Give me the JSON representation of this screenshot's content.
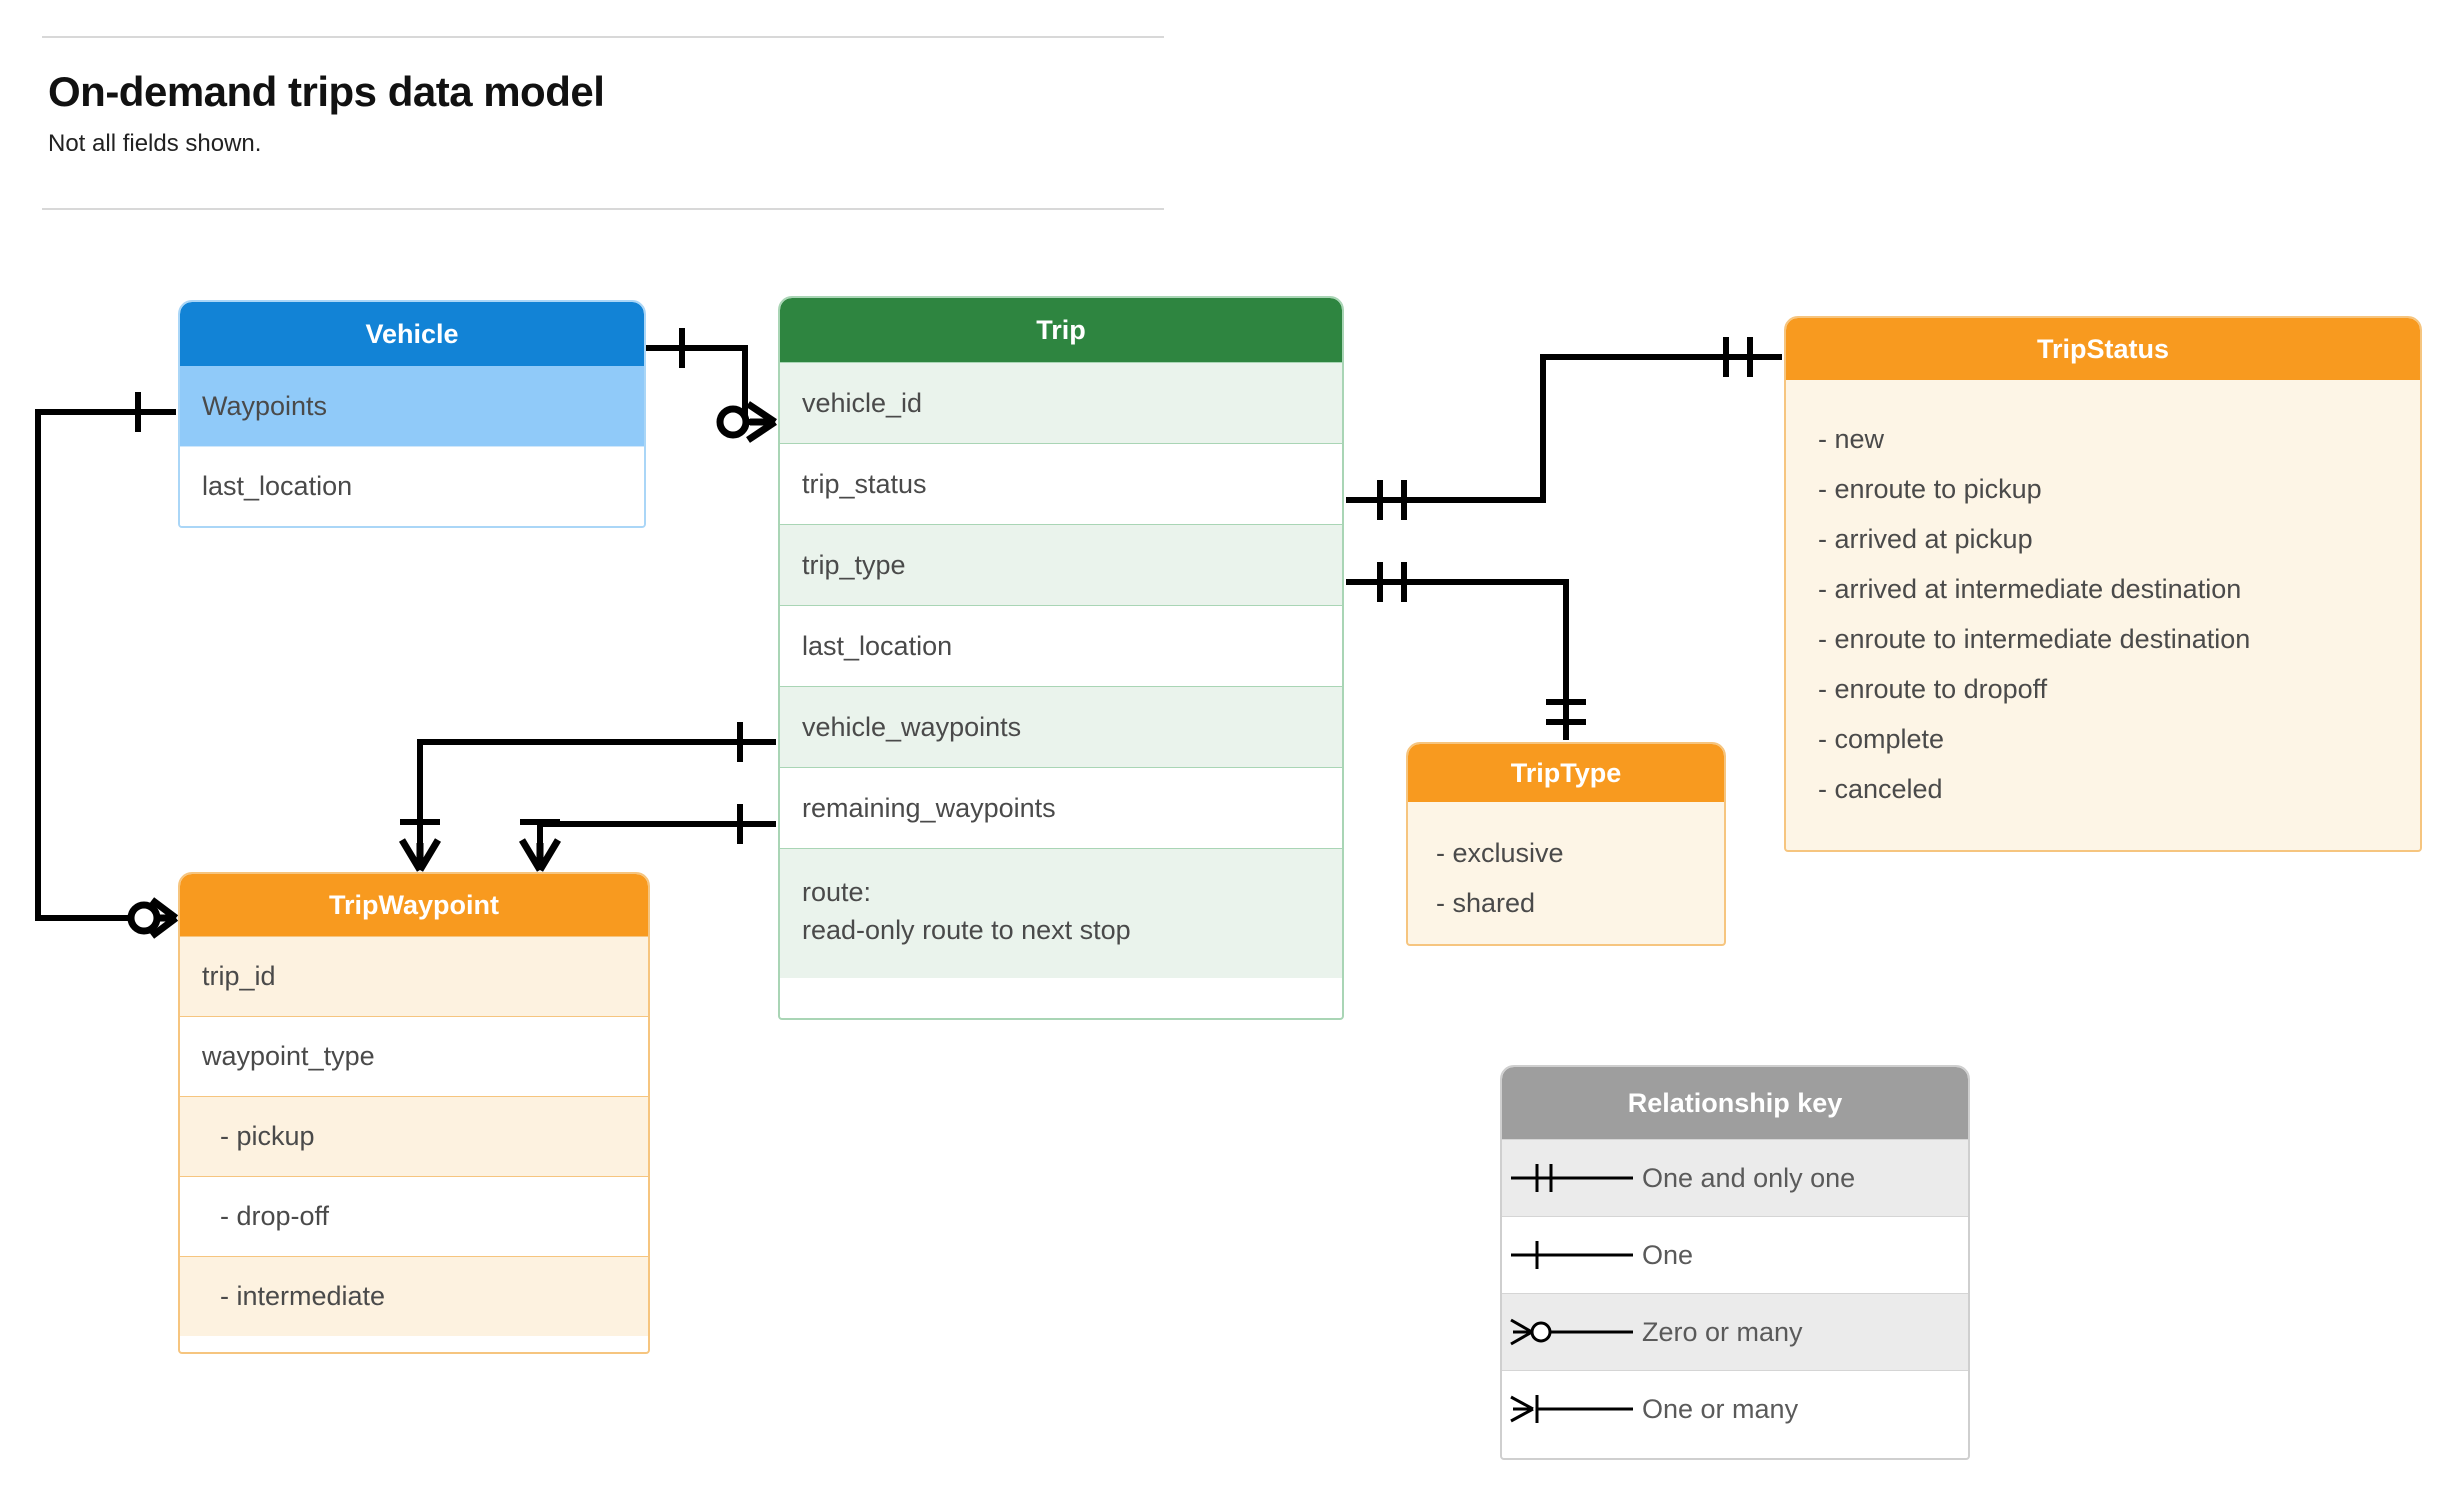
{
  "header": {
    "title": "On-demand trips data model",
    "subtitle": "Not all fields shown."
  },
  "entities": {
    "vehicle": {
      "title": "Vehicle",
      "header_color": "#1283d6",
      "rows": [
        {
          "label": "Waypoints"
        },
        {
          "label": "last_location"
        }
      ]
    },
    "trip": {
      "title": "Trip",
      "header_color": "#2e8540",
      "rows": [
        {
          "label": "vehicle_id"
        },
        {
          "label": "trip_status"
        },
        {
          "label": "trip_type"
        },
        {
          "label": "last_location"
        },
        {
          "label": "vehicle_waypoints"
        },
        {
          "label": "remaining_waypoints"
        }
      ],
      "route_line1": "route:",
      "route_line2": "read-only route to next stop"
    },
    "trip_status": {
      "title": "TripStatus",
      "header_color": "#f89a1f",
      "values": [
        "- new",
        "- enroute to pickup",
        "- arrived at pickup",
        "- arrived at intermediate destination",
        "- enroute to intermediate destination",
        "- enroute to dropoff",
        "- complete",
        "- canceled"
      ]
    },
    "trip_type": {
      "title": "TripType",
      "header_color": "#f89a1f",
      "values": [
        "- exclusive",
        "- shared"
      ]
    },
    "trip_waypoint": {
      "title": "TripWaypoint",
      "header_color": "#f89a1f",
      "rows": [
        {
          "label": "trip_id"
        },
        {
          "label": "waypoint_type"
        },
        {
          "label": "-  pickup"
        },
        {
          "label": "-  drop-off"
        },
        {
          "label": "-  intermediate"
        }
      ]
    }
  },
  "legend": {
    "title": "Relationship key",
    "header_color": "#9e9e9e",
    "rows": [
      {
        "symbol": "one-and-only-one",
        "label": "One and only one"
      },
      {
        "symbol": "one",
        "label": "One"
      },
      {
        "symbol": "zero-or-many",
        "label": "Zero or many"
      },
      {
        "symbol": "one-or-many",
        "label": "One or many"
      }
    ]
  },
  "relationships": [
    {
      "from": "Vehicle",
      "to": "Trip.vehicle_id",
      "from_card": "one",
      "to_card": "zero-or-many"
    },
    {
      "from": "Vehicle.Waypoints",
      "to": "TripWaypoint",
      "from_card": "one",
      "to_card": "zero-or-many"
    },
    {
      "from": "Trip.trip_status",
      "to": "TripStatus",
      "from_card": "one-and-only-one",
      "to_card": "one-and-only-one"
    },
    {
      "from": "Trip.trip_type",
      "to": "TripType",
      "from_card": "one-and-only-one",
      "to_card": "one-and-only-one"
    },
    {
      "from": "Trip.vehicle_waypoints",
      "to": "TripWaypoint",
      "from_card": "one",
      "to_card": "one-or-many"
    },
    {
      "from": "Trip.remaining_waypoints",
      "to": "TripWaypoint",
      "from_card": "one",
      "to_card": "one-or-many"
    }
  ]
}
